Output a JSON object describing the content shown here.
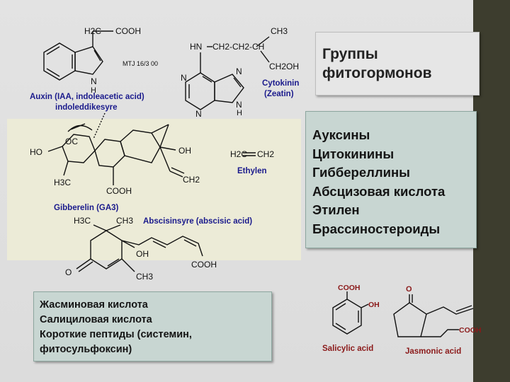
{
  "title": {
    "line1": "Группы",
    "line2": "фитогормонов"
  },
  "groups": [
    "Ауксины",
    "Цитокинины",
    "Гиббереллины",
    "Абсцизовая кислота",
    "Этилен",
    "Брассиностероиды"
  ],
  "other_groups": [
    "Жасминовая кислота",
    "Салициловая кислота",
    "Короткие пептиды (системин,",
    "фитосульфоксин)"
  ],
  "structures": {
    "auxin_label_1": "Auxin (IAA, indoleacetic acid)",
    "auxin_label_2": "indoleddikesyre",
    "ref": "MTJ 16/3 00",
    "cytokinin_label_1": "Cytokinin",
    "cytokinin_label_2": "(Zeatin)",
    "gibberelin_label": "Gibberelin (GA3)",
    "ethylen_label": "Ethylen",
    "abscisic_label": "Abscisinsyre (abscisic acid)",
    "salicylic_label": "Salicylic acid",
    "jasmonic_label": "Jasmonic acid"
  },
  "atoms": {
    "ch2": "H2C",
    "cooh": "COOH",
    "n": "N",
    "h": "H",
    "hn": "HN",
    "ch3": "CH3",
    "ch2_oh": "CH2OH",
    "ch2_chain": "CH2-CH2-CH",
    "ho": "HO",
    "oh": "OH",
    "oc": "OC",
    "h3c": "H3C",
    "ch2_right": "CH2",
    "h2c_eq": "H2C",
    "ch2_eq": "CH2",
    "o": "O"
  },
  "colors": {
    "blue_label": "#1a1a8c",
    "red_label": "#8b1a1a",
    "box_fill": "#c8d6d2",
    "dark_bar": "#3d3d2e"
  }
}
